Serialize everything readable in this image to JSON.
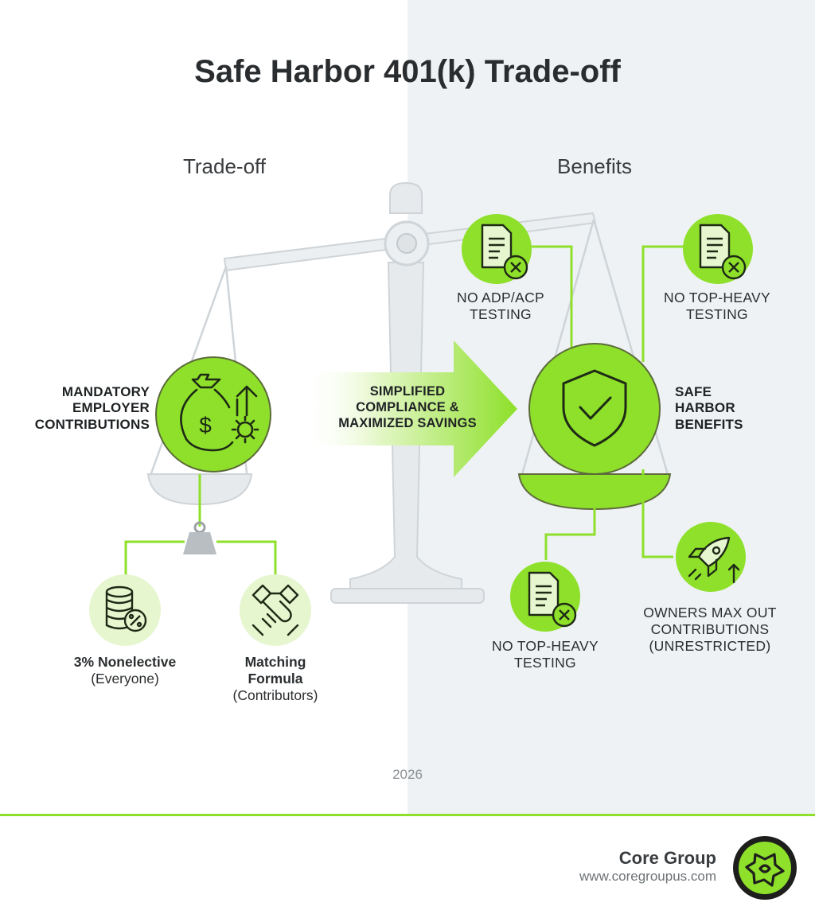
{
  "title": "Safe Harbor 401(k) Trade-off",
  "sections": {
    "left": "Trade-off",
    "right": "Benefits"
  },
  "left_side": {
    "main_label": [
      "MANDATORY",
      "EMPLOYER",
      "CONTRIBUTIONS"
    ],
    "option_nonelective": {
      "bold": "3% Nonelective",
      "sub": "(Everyone)"
    },
    "option_matching": {
      "bold_line1": "Matching",
      "bold_line2": "Formula",
      "sub": "(Contributors)"
    }
  },
  "arrow": {
    "lines": [
      "SIMPLIFIED",
      "COMPLIANCE &",
      "MAXIMIZED SAVINGS"
    ]
  },
  "right_side": {
    "main_label": [
      "SAFE",
      "HARBOR",
      "BENEFITS"
    ],
    "benefit_adp": [
      "NO ADP/ACP",
      "TESTING"
    ],
    "benefit_topheavy_top": [
      "NO TOP-HEAVY",
      "TESTING"
    ],
    "benefit_topheavy_bottom": [
      "NO TOP-HEAVY",
      "TESTING"
    ],
    "benefit_owners": [
      "OWNERS MAX OUT",
      "CONTRIBUTIONS",
      "(UNRESTRICTED)"
    ]
  },
  "year": "2026",
  "footer": {
    "brand": "Core Group",
    "url": "www.coregroupus.com"
  },
  "icons": {
    "money": "money-bag-gear-icon",
    "shield": "shield-check-icon",
    "document": "document-x-icon",
    "coins": "coin-stack-percent-icon",
    "handshake": "handshake-icon",
    "rocket": "rocket-icon",
    "weight": "weight-icon",
    "logo": "core-group-logo-icon"
  },
  "colors": {
    "accent": "#8ee02a",
    "accent_light": "#e6f6cf",
    "scale": "#dfe3e6",
    "text": "#2a2d2f"
  }
}
